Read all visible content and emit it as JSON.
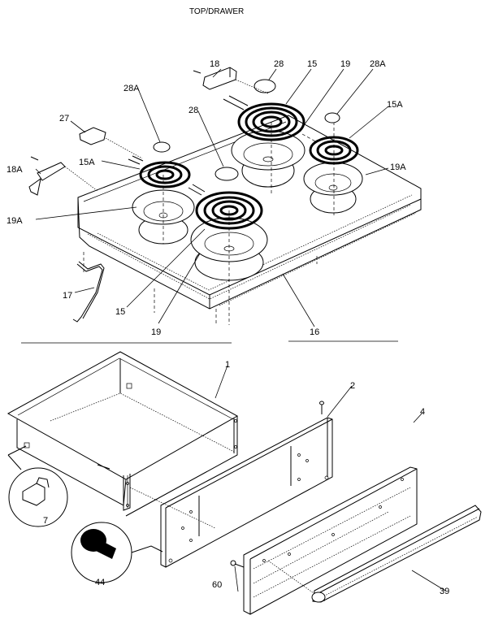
{
  "title": "TOP/DRAWER",
  "sections": {
    "top": {
      "name": "Cooktop",
      "parts": [
        {
          "id": "p18",
          "label": "18",
          "description": "terminal block bracket"
        },
        {
          "id": "p28_top",
          "label": "28",
          "description": "plug button"
        },
        {
          "id": "p15_top",
          "label": "15",
          "description": "large surface element"
        },
        {
          "id": "p19_top",
          "label": "19",
          "description": "large drip bowl"
        },
        {
          "id": "p28A_right",
          "label": "28A",
          "description": "small plug button"
        },
        {
          "id": "p15A_right",
          "label": "15A",
          "description": "small surface element"
        },
        {
          "id": "p19A_right",
          "label": "19A",
          "description": "small drip bowl"
        },
        {
          "id": "p28A_left",
          "label": "28A",
          "description": "small plug button"
        },
        {
          "id": "p28_mid",
          "label": "28",
          "description": "plug button"
        },
        {
          "id": "p27",
          "label": "27",
          "description": "receptacle"
        },
        {
          "id": "p18A",
          "label": "18A",
          "description": "terminal block bracket"
        },
        {
          "id": "p15A_left",
          "label": "15A",
          "description": "small surface element"
        },
        {
          "id": "p19A_left",
          "label": "19A",
          "description": "small drip bowl"
        },
        {
          "id": "p17",
          "label": "17",
          "description": "support rod"
        },
        {
          "id": "p15_front",
          "label": "15",
          "description": "large surface element"
        },
        {
          "id": "p19_front",
          "label": "19",
          "description": "large drip bowl"
        },
        {
          "id": "p16",
          "label": "16",
          "description": "cooktop"
        }
      ]
    },
    "drawer": {
      "name": "Drawer",
      "parts": [
        {
          "id": "p1",
          "label": "1",
          "description": "drawer body"
        },
        {
          "id": "p2",
          "label": "2",
          "description": "drawer front panel"
        },
        {
          "id": "p4",
          "label": "4",
          "description": "drawer front"
        },
        {
          "id": "p7",
          "label": "7",
          "description": "drawer stop clip (detail)"
        },
        {
          "id": "p44",
          "label": "44",
          "description": "screw (detail)"
        },
        {
          "id": "p60",
          "label": "60",
          "description": "screw"
        },
        {
          "id": "p39",
          "label": "39",
          "description": "handle"
        }
      ]
    }
  }
}
